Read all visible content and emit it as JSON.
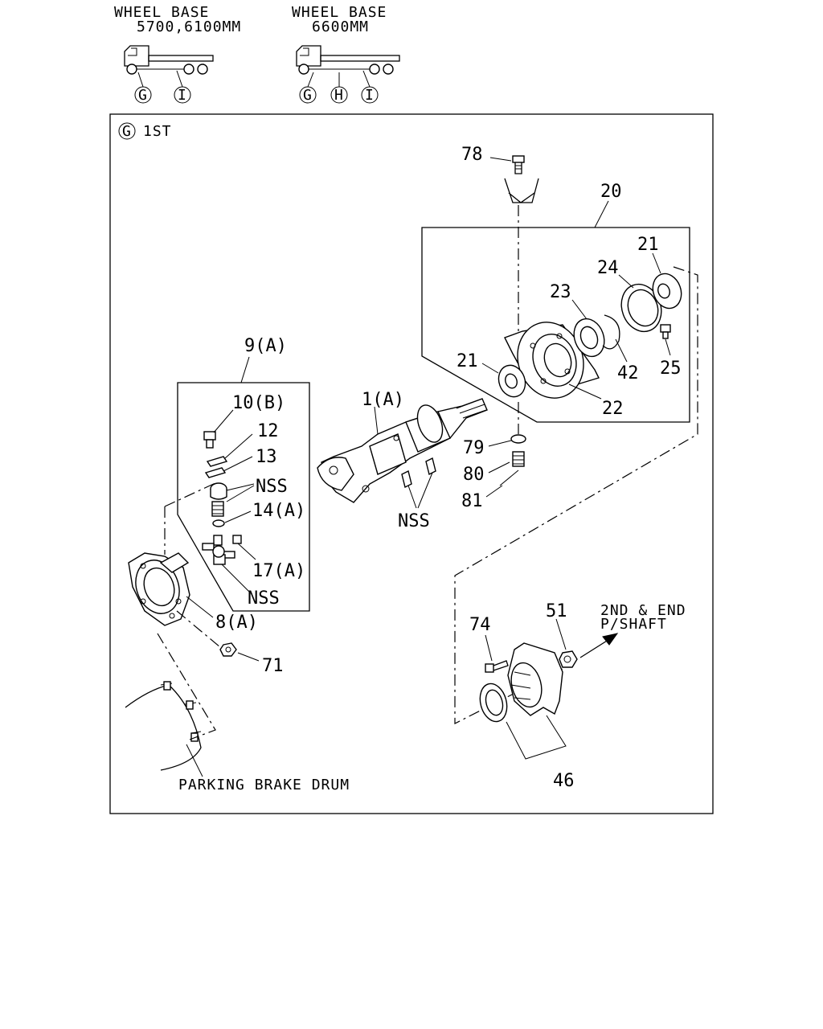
{
  "header": {
    "left": {
      "title": "WHEEL BASE",
      "subtitle": "5700,6100MM",
      "markers": [
        "G",
        "I"
      ]
    },
    "right": {
      "title": "WHEEL BASE",
      "subtitle": "6600MM",
      "markers": [
        "G",
        "H",
        "I"
      ]
    }
  },
  "section": {
    "marker": "G",
    "label": "1ST"
  },
  "callouts": {
    "p78": "78",
    "p20": "20",
    "p21a": "21",
    "p24": "24",
    "p23": "23",
    "p42": "42",
    "p25": "25",
    "p21b": "21",
    "p22": "22",
    "p9a": "9(A)",
    "p10b": "10(B)",
    "p12": "12",
    "p13": "13",
    "nss1": "NSS",
    "p14a": "14(A)",
    "p17a": "17(A)",
    "nss2": "NSS",
    "p1a": "1(A)",
    "nss3": "NSS",
    "p79": "79",
    "p80": "80",
    "p81": "81",
    "p8a": "8(A)",
    "p71": "71",
    "p74": "74",
    "p51": "51",
    "p46": "46",
    "next_line1": "2ND & END",
    "next_line2": "P/SHAFT",
    "drum": "PARKING BRAKE DRUM"
  }
}
